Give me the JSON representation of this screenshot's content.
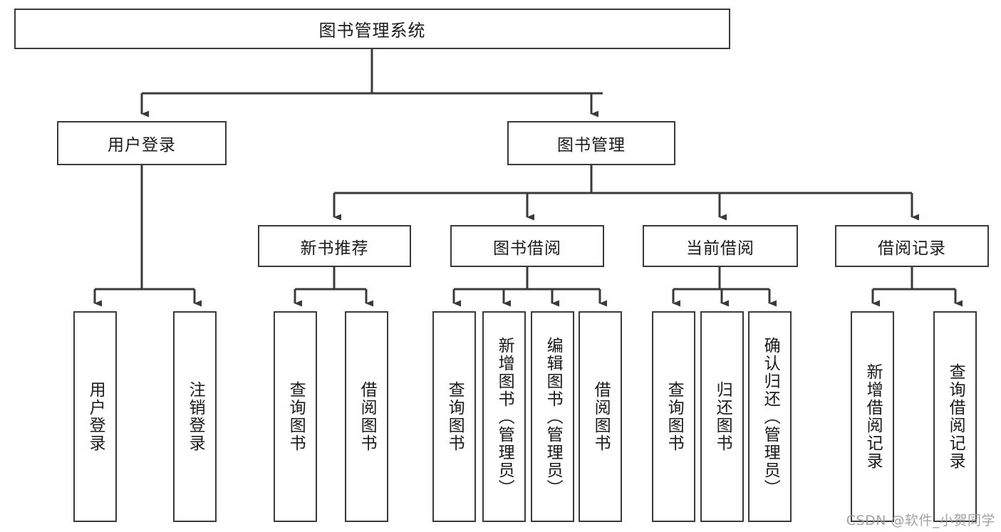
{
  "diagram": {
    "title_text": "图书管理系统",
    "type": "tree-hierarchy",
    "watermark": "CSDN @软件_小贺同学",
    "colors": {
      "background": "#ffffff",
      "box_border": "#3a3a3a",
      "box_fill": "#ffffff",
      "text": "#1a1a1a",
      "edge": "#3a3a3a",
      "watermark": "#9a9a9a"
    },
    "nodes": {
      "root": {
        "label": "图书管理系统"
      },
      "level2": [
        {
          "label": "用户登录"
        },
        {
          "label": "图书管理"
        }
      ],
      "level3": [
        {
          "label": "新书推荐"
        },
        {
          "label": "图书借阅"
        },
        {
          "label": "当前借阅"
        },
        {
          "label": "借阅记录"
        }
      ],
      "leaves_user_login": [
        {
          "label": "用户登录"
        },
        {
          "label": "注销登录"
        }
      ],
      "leaves_new_book": [
        {
          "label": "查询图书"
        },
        {
          "label": "借阅图书"
        }
      ],
      "leaves_borrow": [
        {
          "label": "查询图书"
        },
        {
          "label": "新增图书（管理员）"
        },
        {
          "label": "编辑图书（管理员）"
        },
        {
          "label": "借阅图书"
        }
      ],
      "leaves_current": [
        {
          "label": "查询图书"
        },
        {
          "label": "归还图书"
        },
        {
          "label": "确认归还（管理员）"
        }
      ],
      "leaves_records": [
        {
          "label": "新增借阅记录"
        },
        {
          "label": "查询借阅记录"
        }
      ]
    }
  }
}
